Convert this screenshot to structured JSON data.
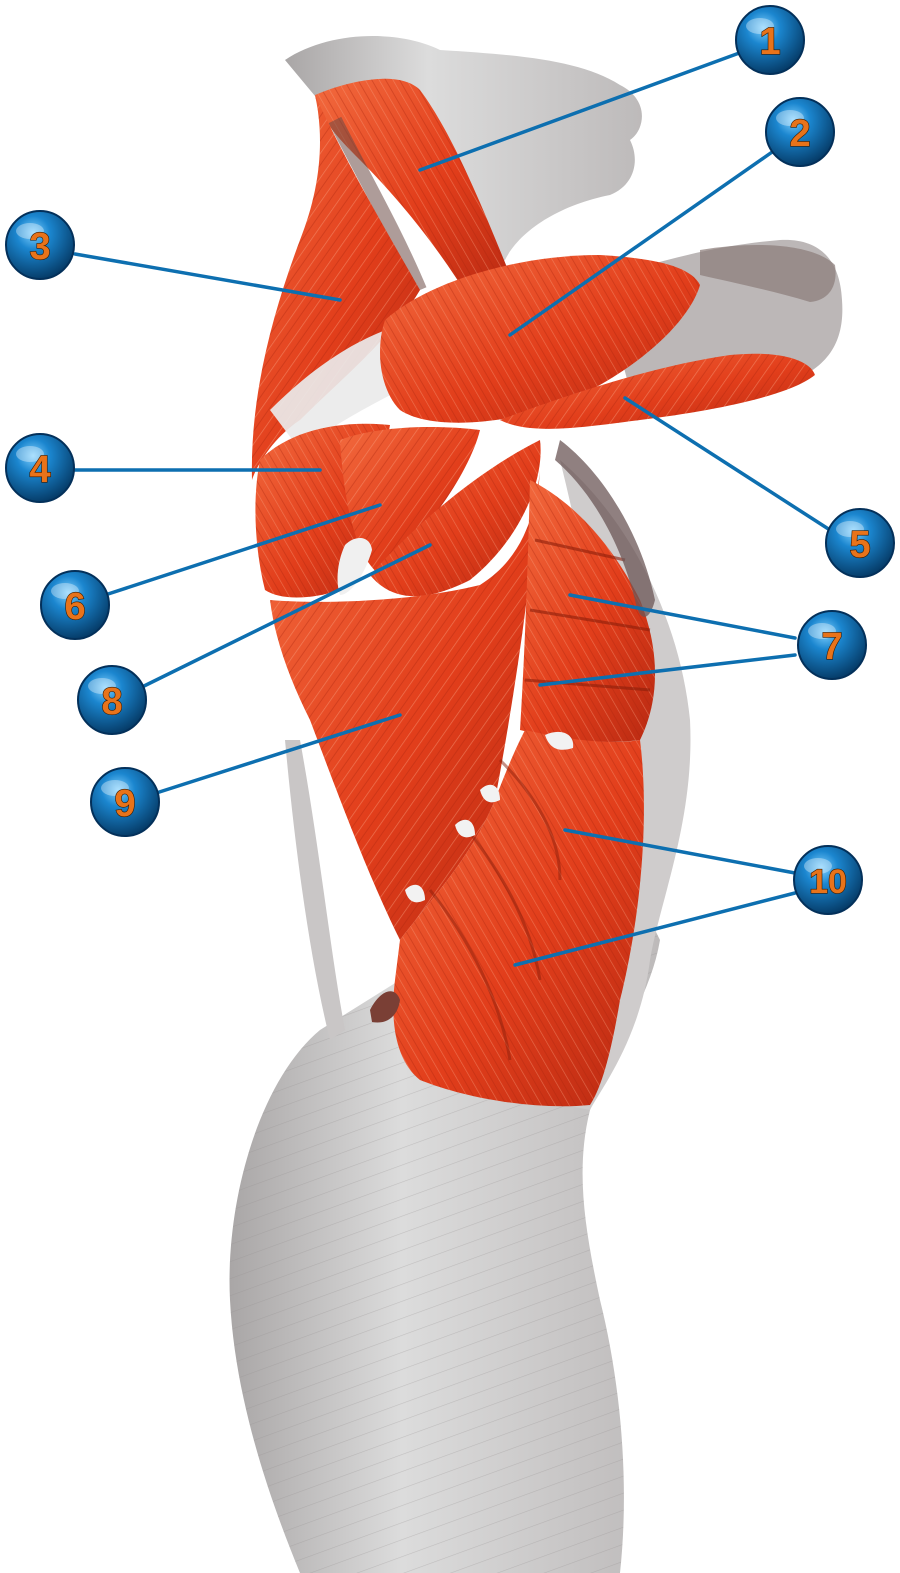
{
  "colors": {
    "muscle": "#e8401c",
    "muscle_dark": "#b92a12",
    "muscle_light": "#f5784f",
    "skin": "#d9d9d9",
    "skin_dark": "#9a9696",
    "tendon": "#eeeeee",
    "leader_line": "#0d6fb0",
    "marker_fill": "#0a4f86",
    "marker_text": "#e8731a"
  },
  "markers": [
    {
      "label": "1"
    },
    {
      "label": "2"
    },
    {
      "label": "3"
    },
    {
      "label": "4"
    },
    {
      "label": "5"
    },
    {
      "label": "6"
    },
    {
      "label": "7"
    },
    {
      "label": "8"
    },
    {
      "label": "9"
    },
    {
      "label": "10"
    }
  ]
}
